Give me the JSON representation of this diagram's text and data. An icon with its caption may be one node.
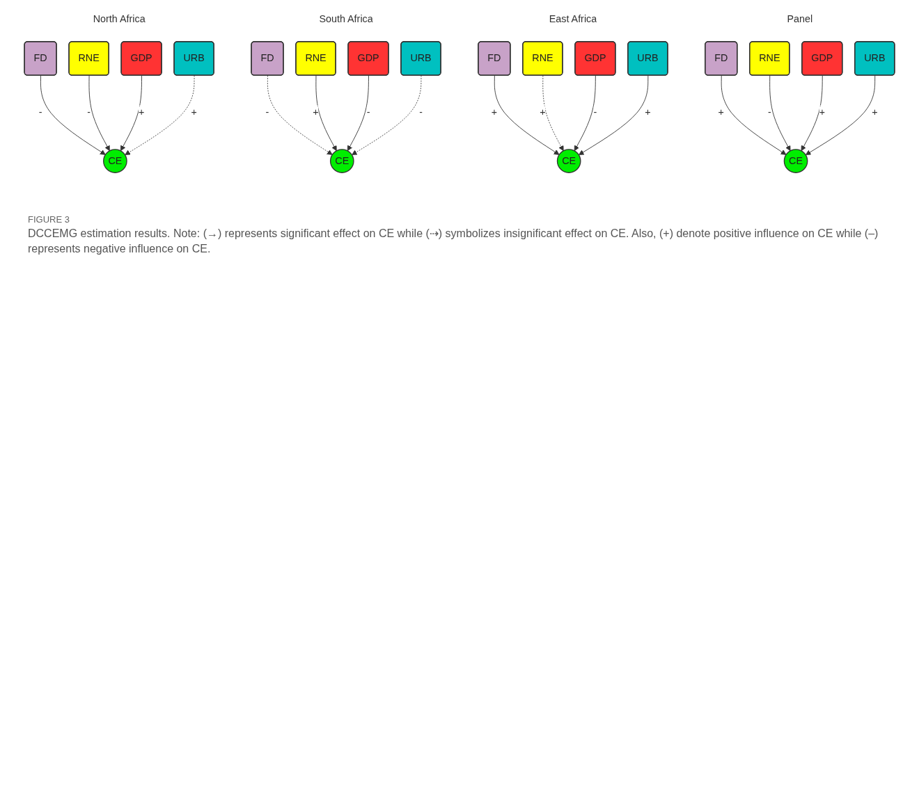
{
  "diagram": {
    "caption": "DCCEMG estimation results. Note: (→) represents significant effect on CE while (⇢) symbolizes insignificant effect on CE. Also, (+) denote positive influence on CE while (–) represents negative influence on CE.",
    "nodes": [
      {
        "text": [
          "FD"
        ]
      },
      {
        "text": [
          "RNE"
        ]
      },
      {
        "text": [
          "GDP"
        ]
      },
      {
        "text": [
          "URB"
        ]
      },
      {
        "text": [
          "CE"
        ]
      },
      {
        "text": [
          "FD"
        ]
      },
      {
        "text": [
          "RNE"
        ]
      },
      {
        "text": [
          "GDP"
        ]
      },
      {
        "text": [
          "URB"
        ]
      },
      {
        "text": [
          "CE"
        ]
      },
      {
        "text": [
          "FD"
        ]
      },
      {
        "text": [
          "RNE"
        ]
      },
      {
        "text": [
          "GDP"
        ]
      },
      {
        "text": [
          "URB"
        ]
      },
      {
        "text": [
          "CE"
        ]
      },
      {
        "text": [
          "FD"
        ]
      },
      {
        "text": [
          "RNE"
        ]
      },
      {
        "text": [
          "GDP"
        ]
      },
      {
        "text": [
          "URB"
        ]
      },
      {
        "text": [
          "CE"
        ]
      }
    ],
    "edges": [
      {
        "from": 0,
        "to": 4,
        "arrow": "to",
        "label": "-"
      },
      {
        "from": 1,
        "to": 4,
        "arrow": "to",
        "label": "-"
      },
      {
        "from": 2,
        "to": 4,
        "arrow": "to",
        "label": "+"
      },
      {
        "from": 3,
        "to": 4,
        "arrow": "to",
        "label": "+",
        "style": "dashed"
      },
      {
        "from": 5,
        "to": 9,
        "arrow": "to",
        "label": "-",
        "style": "dashed"
      },
      {
        "from": 6,
        "to": 9,
        "arrow": "to",
        "label": "+"
      },
      {
        "from": 7,
        "to": 9,
        "arrow": "to",
        "label": "-"
      },
      {
        "from": 8,
        "to": 9,
        "arrow": "to",
        "label": "-",
        "style": "dashed"
      },
      {
        "from": 10,
        "to": 14,
        "arrow": "to",
        "label": "+"
      },
      {
        "from": 11,
        "to": 14,
        "arrow": "to",
        "label": "+",
        "style": "dashed"
      },
      {
        "from": 12,
        "to": 14,
        "arrow": "to",
        "label": "-"
      },
      {
        "from": 13,
        "to": 14,
        "arrow": "to",
        "label": "+"
      },
      {
        "from": 15,
        "to": 19,
        "arrow": "to",
        "label": "+"
      },
      {
        "from": 16,
        "to": 19,
        "arrow": "to",
        "label": "-"
      },
      {
        "from": 17,
        "to": 19,
        "arrow": "to",
        "label": "+"
      },
      {
        "from": 18,
        "to": 19,
        "arrow": "to",
        "label": "+"
      }
    ],
    "labels": [
      "North Africa",
      "South Africa",
      "East Africa",
      "Panel",
      "FIGURE 3"
    ]
  }
}
